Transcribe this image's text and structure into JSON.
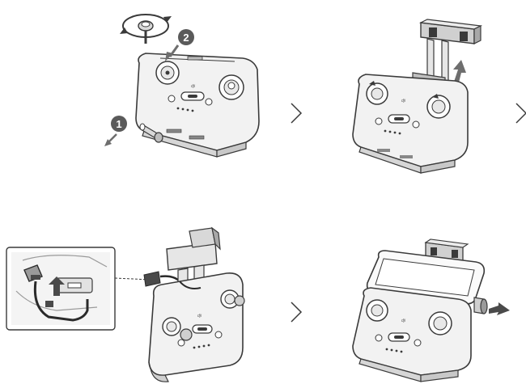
{
  "steps": [
    {
      "id": "step-1",
      "labels": [
        "1",
        "2"
      ]
    },
    {
      "id": "step-2",
      "labels": []
    },
    {
      "id": "step-3",
      "labels": []
    },
    {
      "id": "step-4",
      "labels": []
    }
  ],
  "brand_mark": "dji",
  "icons": {
    "next": "chevron-right-icon",
    "push": "arrow-icon",
    "rotate": "rotate-icon"
  },
  "colors": {
    "stroke": "#3a3a3a",
    "fill": "#f2f2f2",
    "badge": "#5a5a5a",
    "arrow": "#6e6e6e"
  }
}
